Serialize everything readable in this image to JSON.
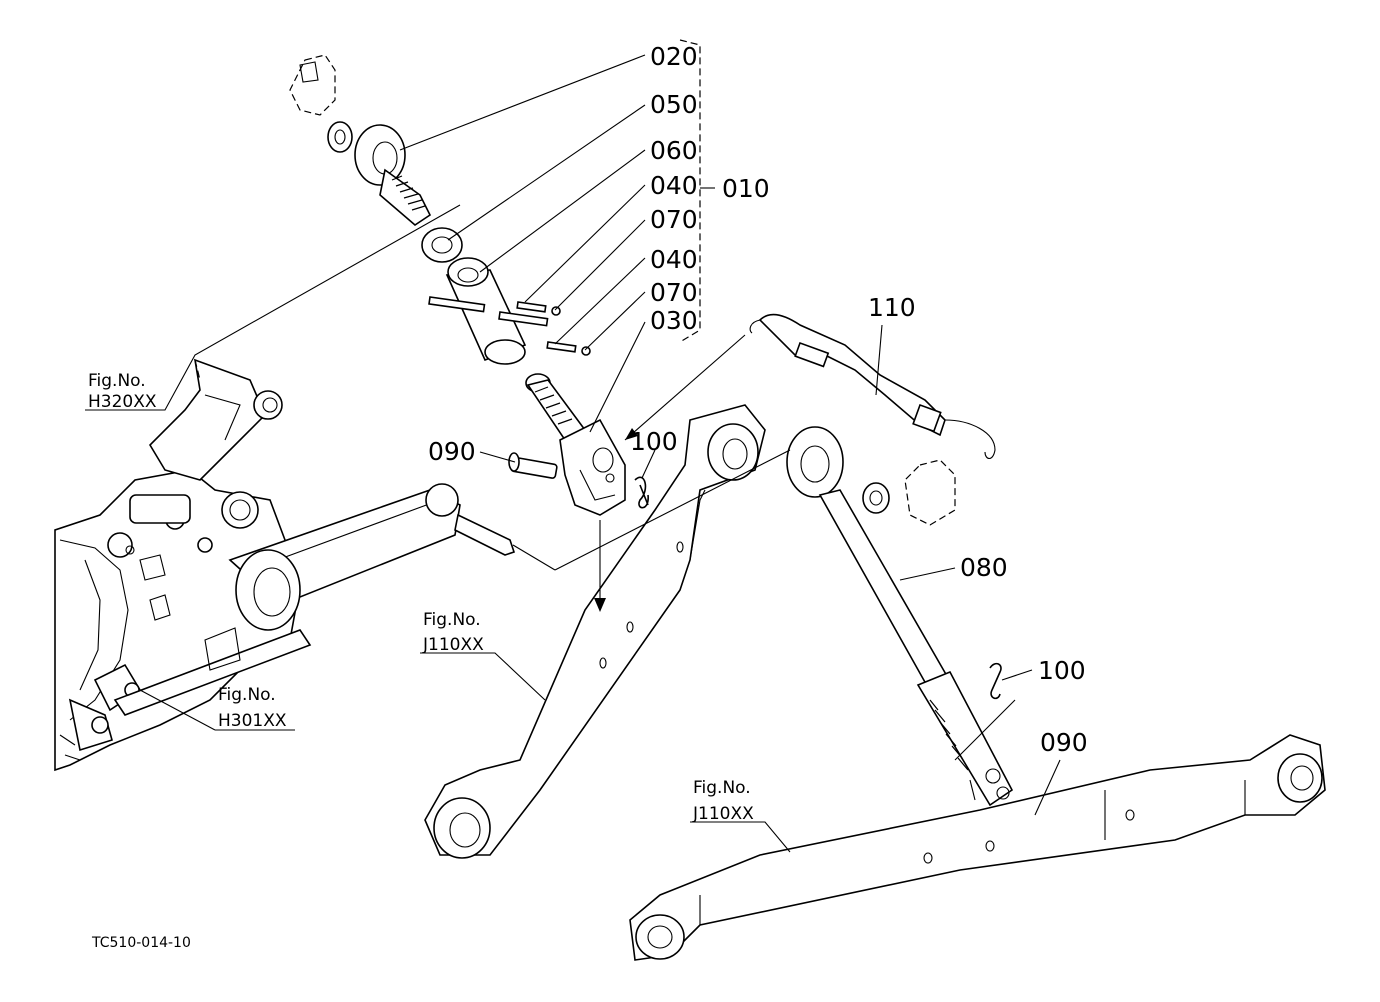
{
  "callouts": {
    "c020": "020",
    "c050": "050",
    "c060": "060",
    "c040a": "040",
    "c070a": "070",
    "c040b": "040",
    "c070b": "070",
    "c030": "030",
    "c010": "010",
    "c110": "110",
    "c090a": "090",
    "c100a": "100",
    "c080": "080",
    "c100b": "100",
    "c090b": "090"
  },
  "figure_refs": {
    "h320": {
      "line1": "Fig.No.",
      "line2": "H320XX"
    },
    "h301": {
      "line1": "Fig.No.",
      "line2": "H301XX"
    },
    "j110_upper": {
      "line1": "Fig.No.",
      "line2": "J110XX"
    },
    "j110_lower": {
      "line1": "Fig.No.",
      "line2": "J110XX"
    }
  },
  "drawing_code": "TC510-014-10"
}
